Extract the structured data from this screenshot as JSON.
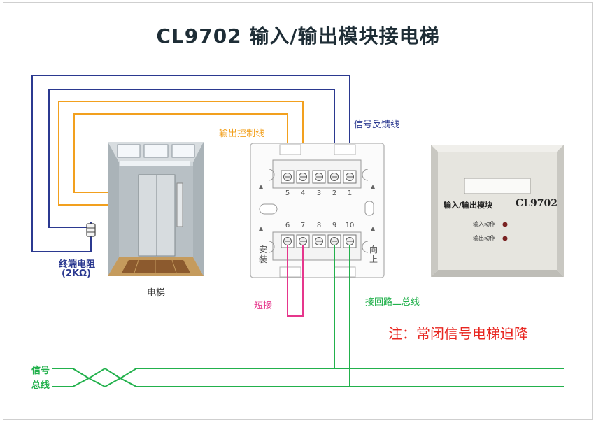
{
  "title": "CL9702 输入/输出模块接电梯",
  "labels": {
    "output_control": "输出控制线",
    "signal_feedback": "信号反馈线",
    "terminal_resistor": "终端电阻",
    "resistor_value": "(2KΩ)",
    "elevator": "电梯",
    "short_connect": "短接",
    "loop_bus": "接回路二总线",
    "note": "注：常闭信号电梯迫降",
    "signal_bus_1": "信号",
    "signal_bus_2": "总线",
    "install_1": "安",
    "install_2": "装",
    "up_1": "向",
    "up_2": "上",
    "module_name": "输入/输出模块",
    "module_model": "CL9702",
    "input_action": "输入动作",
    "output_action": "输出动作"
  },
  "terminals": {
    "top": [
      "5",
      "4",
      "3",
      "2",
      "1"
    ],
    "bottom": [
      "6",
      "7",
      "8",
      "9",
      "10"
    ]
  },
  "colors": {
    "navy": "#2b3990",
    "orange": "#f2a01e",
    "pink": "#e6368c",
    "green": "#22b14c",
    "note_red": "#e8251f"
  }
}
